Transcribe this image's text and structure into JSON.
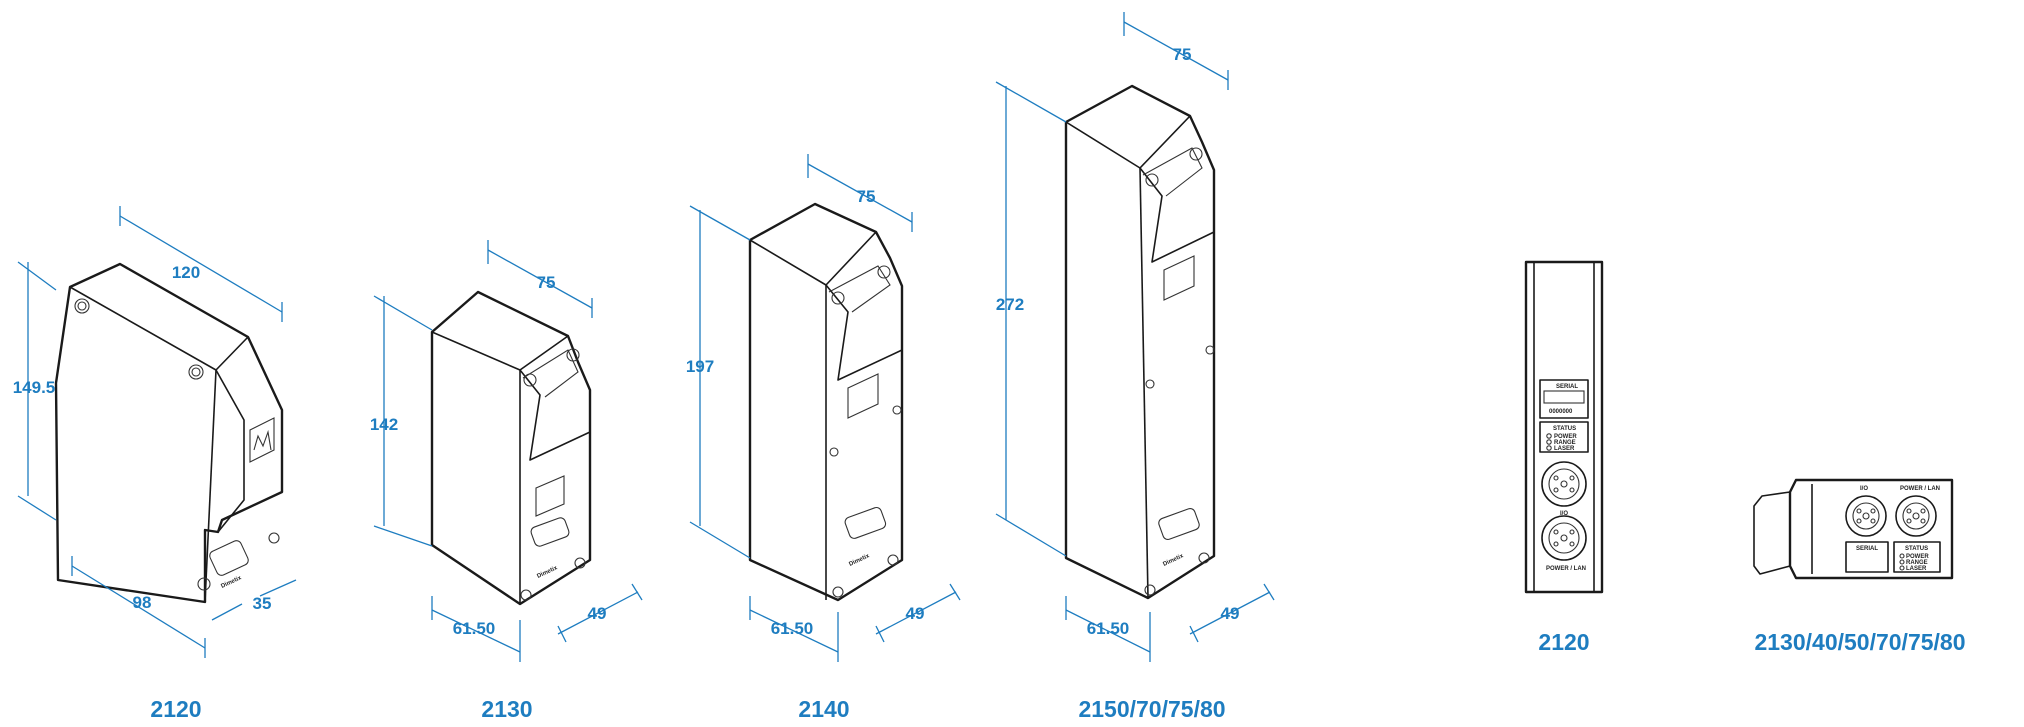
{
  "colors": {
    "dimension": "#1e7dc0",
    "line": "#1a1a1a"
  },
  "views": [
    {
      "caption": "2120",
      "dims": {
        "width": "120",
        "height": "149.5",
        "depth_front": "98",
        "depth_side": "35"
      }
    },
    {
      "caption": "2130",
      "dims": {
        "width": "75",
        "height": "142",
        "depth_front": "61.50",
        "depth_side": "49"
      }
    },
    {
      "caption": "2140",
      "dims": {
        "width": "75",
        "height": "197",
        "depth_front": "61.50",
        "depth_side": "49"
      }
    },
    {
      "caption": "2150/70/75/80",
      "dims": {
        "width": "75",
        "height": "272",
        "depth_front": "61.50",
        "depth_side": "49"
      }
    },
    {
      "caption": "2120"
    },
    {
      "caption": "2130/40/50/70/75/80"
    }
  ],
  "panel_labels": {
    "serial": "SERIAL",
    "serial_number": "0000000",
    "status": "STATUS",
    "power": "POWER",
    "range": "RANGE",
    "laser": "LASER",
    "io": "I/O",
    "power_lan": "POWER / LAN"
  },
  "brand_mark": "Dimetix"
}
